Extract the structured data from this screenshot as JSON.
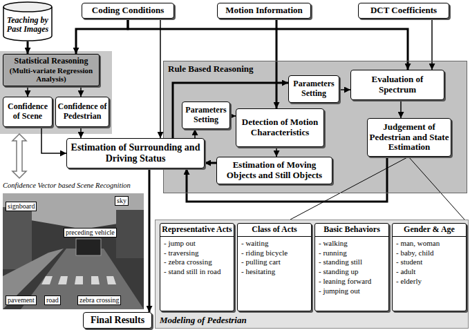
{
  "diagram": {
    "nodes": [
      {
        "text": [
          "Teaching by Past Images"
        ]
      },
      {
        "text": [
          "Coding Conditions"
        ]
      },
      {
        "text": [
          "Motion Information"
        ]
      },
      {
        "text": [
          "DCT Coefficients"
        ]
      },
      {
        "text": [
          "Statistical Reasoning",
          "(Multi-variate Regression Analysis)"
        ]
      },
      {
        "text": [
          "Confidence of Scene"
        ]
      },
      {
        "text": [
          "Confidence of Pedestrian"
        ]
      },
      {
        "text": [
          "Rule Based Reasoning"
        ]
      },
      {
        "text": [
          "Parameters Setting"
        ],
        "in": 7
      },
      {
        "text": [
          "Evaluation of Spectrum"
        ],
        "in": 7
      },
      {
        "text": [
          "Parameters Setting"
        ],
        "in": 7
      },
      {
        "text": [
          "Detection of Motion Characteristics"
        ],
        "in": 7
      },
      {
        "text": [
          "Estimation of Moving Objects and Still Objects"
        ],
        "in": 7
      },
      {
        "text": [
          "Judgement of Pedestrian and State Estimation"
        ],
        "in": 7
      },
      {
        "text": [
          "Estimation of Surrounding and Driving Status"
        ]
      },
      {
        "text": [
          "Final Results"
        ]
      },
      {
        "text": [
          "Modeling of Pedestrian"
        ]
      },
      {
        "text": [
          "Representative Acts",
          "- jump out",
          "- traversing",
          "- zebra crossing",
          "- stand still in road"
        ],
        "in": 16
      },
      {
        "text": [
          "Class of Acts",
          "- waiting",
          "- riding bicycle",
          "- pulling cart",
          "- hesitating"
        ],
        "in": 16
      },
      {
        "text": [
          "Basic Behaviors",
          "- walking",
          "- running",
          "- standing still",
          "- standing up",
          "- leaning forward",
          "- jumping out"
        ],
        "in": 16
      },
      {
        "text": [
          "Gender & Age",
          "- man, woman",
          "- baby, child",
          "- student",
          "- adult",
          "- elderly"
        ],
        "in": 16
      }
    ],
    "edges": [
      {
        "from": 0,
        "to": 4,
        "arrow": "to"
      },
      {
        "from": 1,
        "to": 4,
        "arrow": "to"
      },
      {
        "from": 1,
        "to": 9,
        "arrow": "to"
      },
      {
        "from": 3,
        "to": 9,
        "arrow": "to"
      },
      {
        "from": 2,
        "to": 11,
        "arrow": "to"
      },
      {
        "from": 1,
        "to": 14,
        "arrow": "to"
      },
      {
        "from": 4,
        "to": 5,
        "arrow": "to"
      },
      {
        "from": 4,
        "to": 6,
        "arrow": "to"
      },
      {
        "from": 5,
        "to": 14,
        "arrow": "to"
      },
      {
        "from": 6,
        "to": 14,
        "arrow": "to"
      },
      {
        "from": 14,
        "to": 15,
        "arrow": "to"
      },
      {
        "from": 14,
        "to": 8,
        "arrow": "to"
      },
      {
        "from": 8,
        "to": 9,
        "arrow": "to"
      },
      {
        "from": 14,
        "to": 10,
        "arrow": "to"
      },
      {
        "from": 10,
        "to": 11,
        "arrow": "to"
      },
      {
        "from": 11,
        "to": 12,
        "arrow": "to"
      },
      {
        "from": 12,
        "to": 14,
        "arrow": "to"
      },
      {
        "from": 9,
        "to": 13,
        "arrow": "to"
      },
      {
        "from": 13,
        "to": 14,
        "arrow": "to"
      },
      {
        "from": 13,
        "to": 16,
        "arrow": "none"
      }
    ],
    "labels": [
      "Confidence Vector based Scene Recognition",
      "sky",
      "signboard",
      "preceding vehicle",
      "pavement",
      "road",
      "zebra crossing"
    ]
  }
}
